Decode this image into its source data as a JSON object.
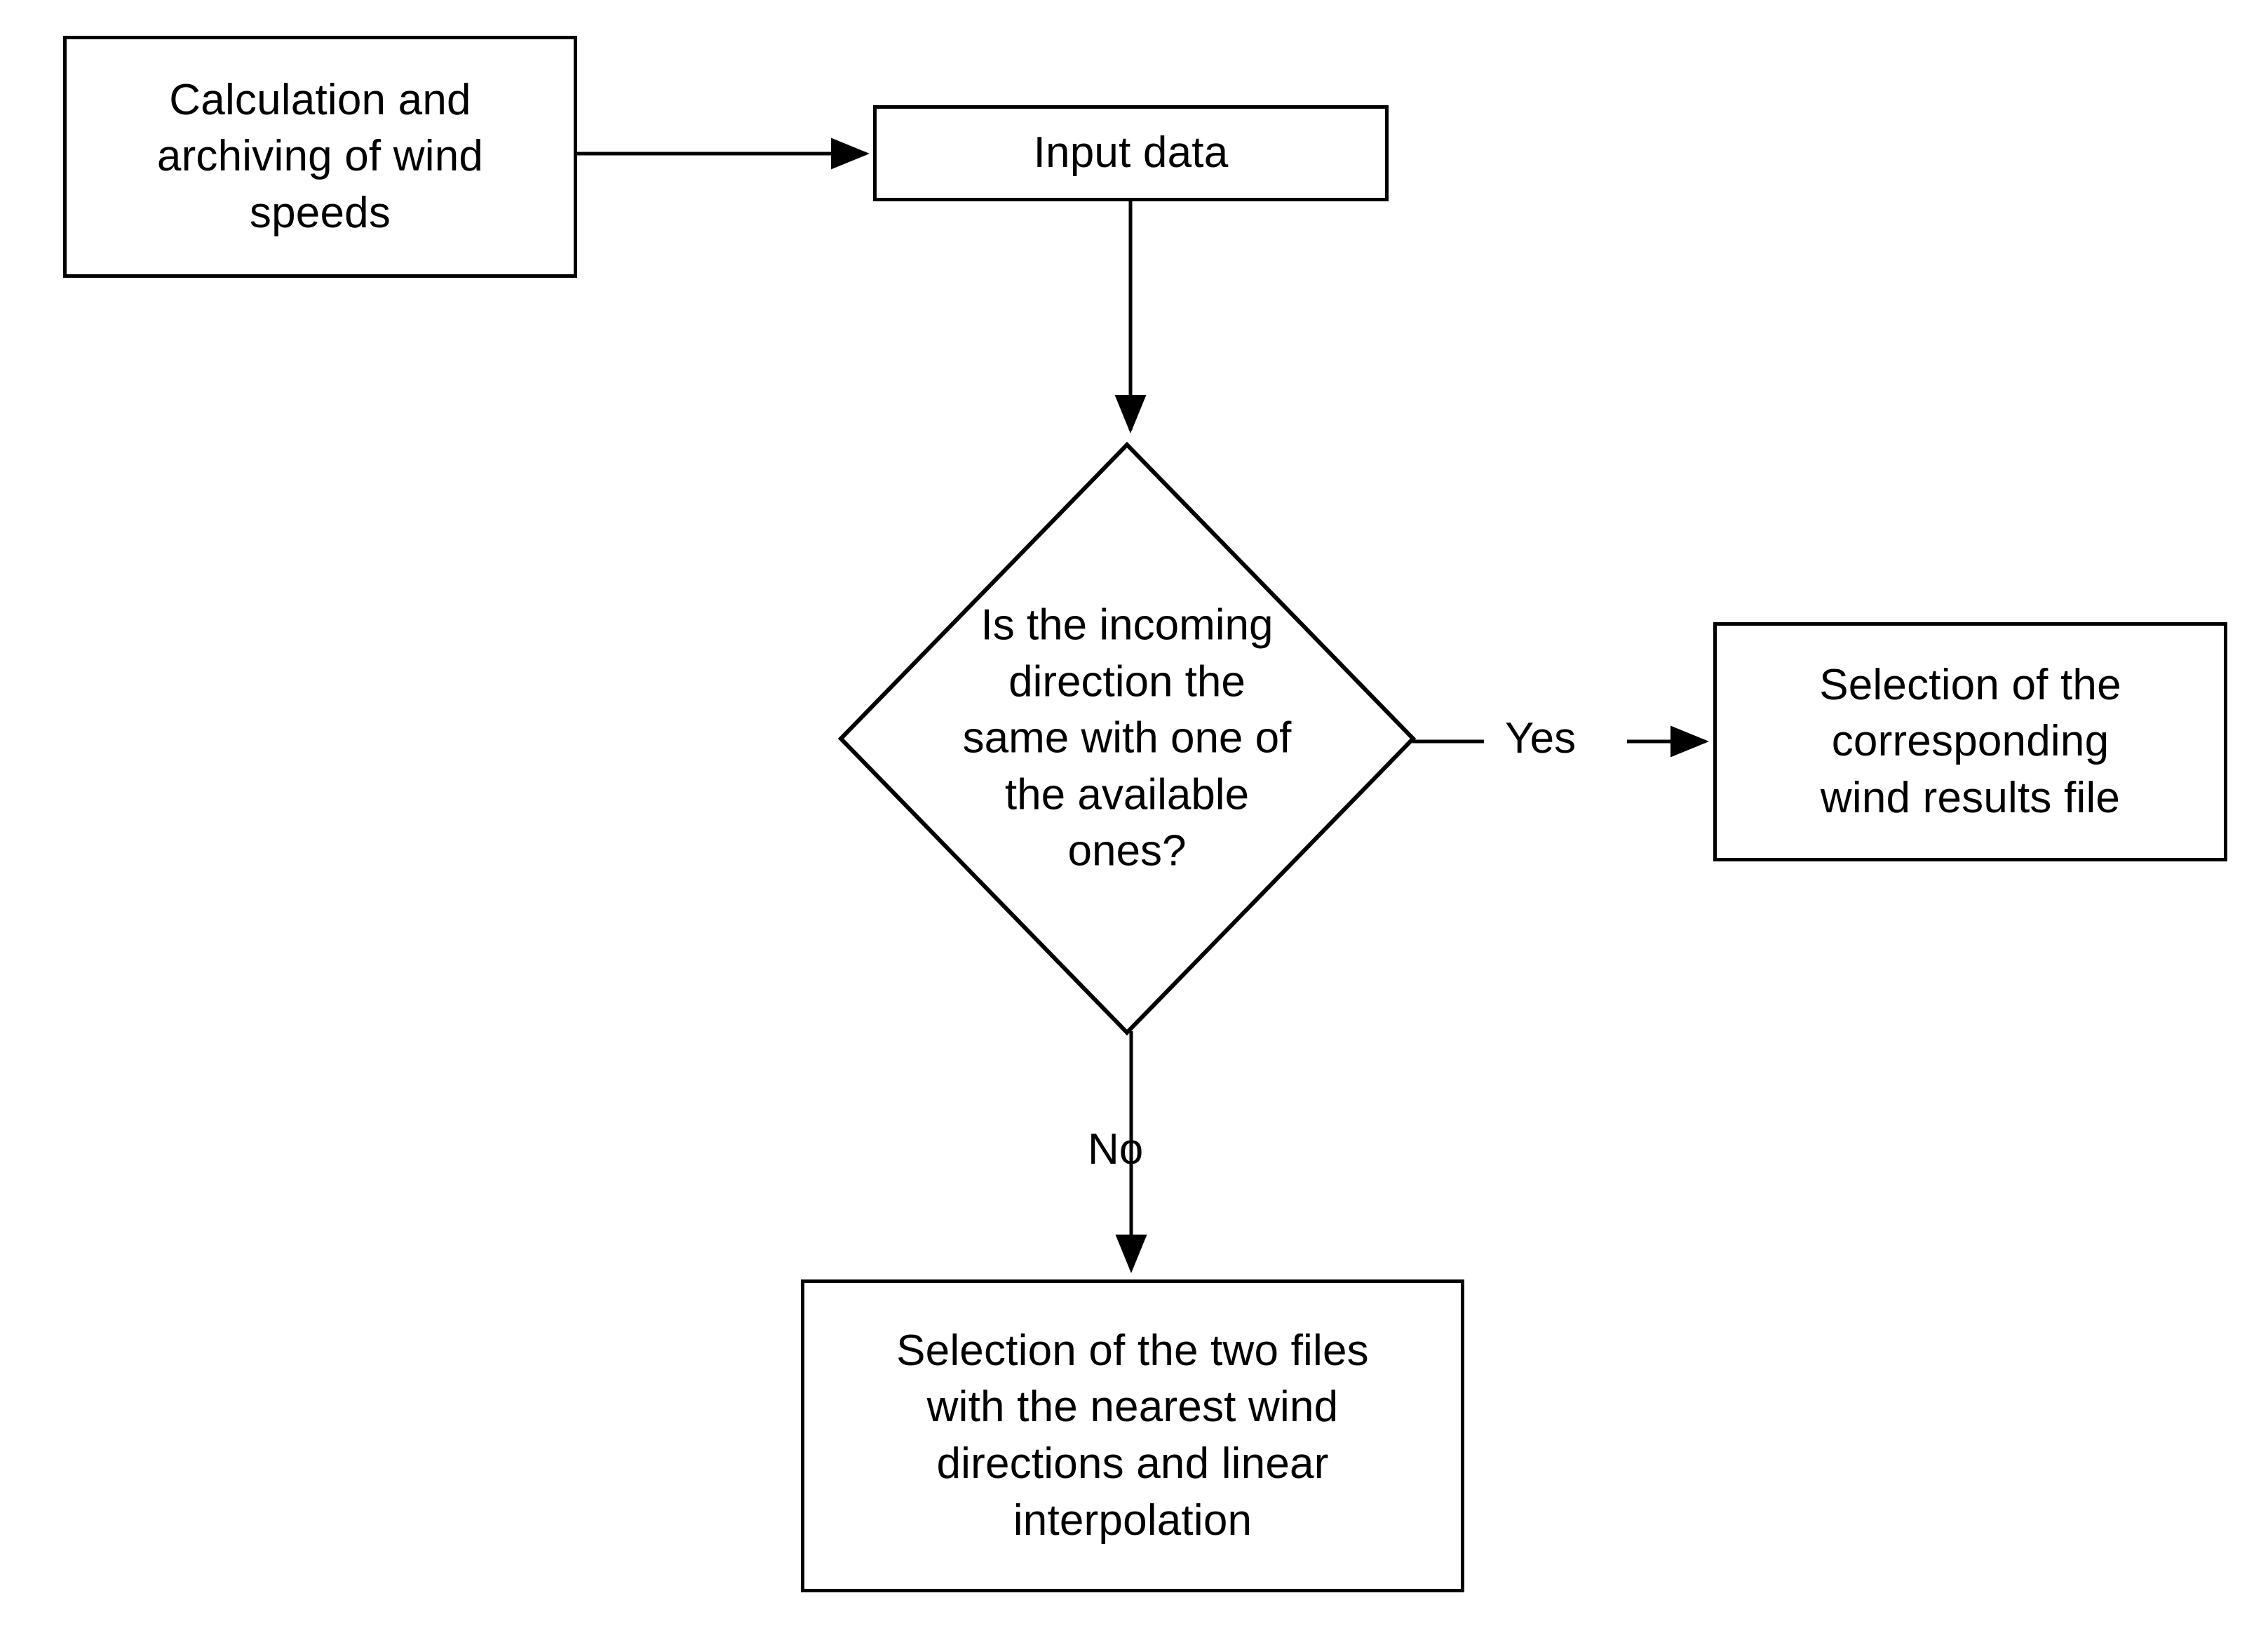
{
  "diagram": {
    "type": "flowchart",
    "title": "Wind results file selection flowchart",
    "background_color": "#ffffff",
    "line_color": "#000000",
    "text_color": "#000000"
  },
  "nodes": {
    "calculation": {
      "shape": "rectangle",
      "text": "Calculation and\narchiving of wind\nspeeds"
    },
    "input_data": {
      "shape": "rectangle",
      "text": "Input data"
    },
    "decision": {
      "shape": "diamond",
      "text": "Is the incoming\ndirection the\nsame with one of\nthe available\nones?"
    },
    "corresponding_file": {
      "shape": "rectangle",
      "text": "Selection of the\ncorresponding\nwind results file"
    },
    "two_files": {
      "shape": "rectangle",
      "text": "Selection of the two files\nwith the nearest wind\ndirections and linear\ninterpolation"
    }
  },
  "edges": {
    "calc_to_input": {
      "label": "",
      "arrow": "right"
    },
    "input_to_decision": {
      "label": "",
      "arrow": "down"
    },
    "decision_yes": {
      "label": "Yes",
      "arrow": "right"
    },
    "decision_no": {
      "label": "No",
      "arrow": "down"
    }
  }
}
